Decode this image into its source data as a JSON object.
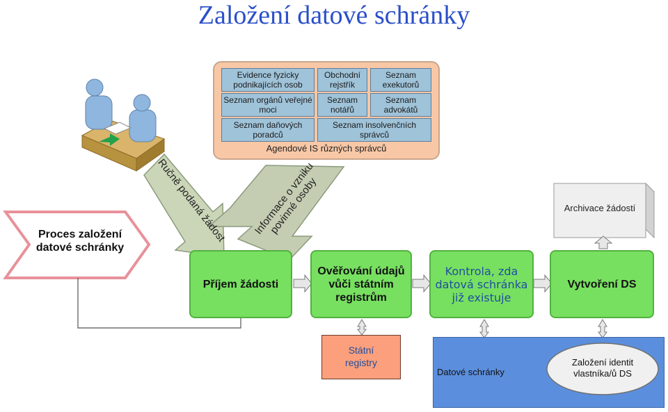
{
  "title": "Založení datové schránky",
  "agendas": {
    "cells": [
      {
        "text": "Evidence fyzicky podnikajících osob"
      },
      {
        "text": "Obchodní rejstřík"
      },
      {
        "text": "Seznam exekutorů"
      },
      {
        "text": "Seznam orgánů veřejné moci"
      },
      {
        "text": "Seznam notářů"
      },
      {
        "text": "Seznam advokátů"
      },
      {
        "text": "Seznam daňových poradců"
      },
      {
        "text": "Seznam insolvenčních správců"
      }
    ],
    "footer": "Agendové IS různých správců"
  },
  "arrows": {
    "manual": "Ručně podaná žádost",
    "info": "Informace o vzniku povinné osoby"
  },
  "process": "Proces založení datové schránky",
  "steps": {
    "prijem": "Příjem žádosti",
    "overovani": "Ověřování údajů vůči státním registrům",
    "kontrola": "Kontrola, zda datová schránka již existuje",
    "vytvoreni": "Vytvoření DS"
  },
  "archive": "Archivace žádostí",
  "registry": "Státní registry",
  "datove_schranky": "Datové schránky",
  "identity": "Založení identit vlastníka/ů DS",
  "colors": {
    "green": "#77e060",
    "blue_cell": "#9fc3d9",
    "peach": "#f8c7a6",
    "title": "#2a4fc9",
    "ds_blue": "#5b8fde",
    "registry_fill": "#fb9f7c"
  }
}
